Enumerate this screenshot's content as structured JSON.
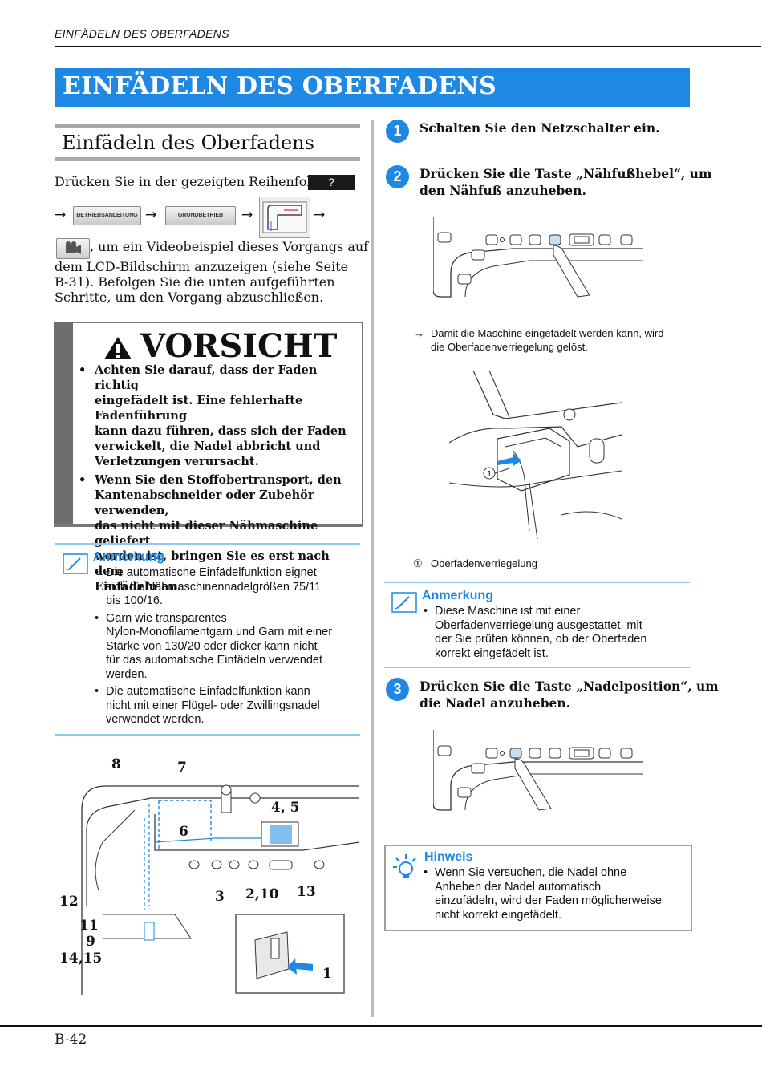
{
  "header": {
    "title": "EINFÄDELN DES OBERFADENS"
  },
  "banner": {
    "title": "EINFÄDELN DES OBERFADENS"
  },
  "section": {
    "title": "Einfädeln des Oberfadens"
  },
  "intro": {
    "line1": "Drücken Sie in der gezeigten Reihenfolge",
    "q_button": "?",
    "arrow": "→",
    "btn1": "BETRIEBSANLEITUNG",
    "btn2": "GRUNDBETRIEB",
    "line2": ", um ein Videobeispiel dieses Vorgangs auf",
    "line3": "dem LCD-Bildschirm anzuzeigen (siehe Seite",
    "line4": "B-31). Befolgen Sie die unten aufgeführten",
    "line5": "Schritte, um den Vorgang abzuschließen."
  },
  "caution": {
    "title": "VORSICHT",
    "items": [
      [
        "Achten Sie darauf, dass der Faden richtig",
        "eingefädelt ist. Eine fehlerhafte Fadenführung",
        "kann dazu führen, dass sich der Faden",
        "verwickelt, die Nadel abbricht und",
        "Verletzungen verursacht."
      ],
      [
        "Wenn Sie den Stoffobertransport, den",
        "Kantenabschneider oder Zubehör verwenden,",
        "das nicht mit dieser Nähmaschine geliefert",
        "worden ist, bringen Sie es erst nach dem",
        "Einfädeln an."
      ]
    ]
  },
  "note1": {
    "title": "Anmerkung",
    "items": [
      [
        "Die automatische Einfädelfunktion eignet",
        "sich für Nähmaschinennadelgrößen 75/11",
        "bis 100/16."
      ],
      [
        "Garn wie transparentes",
        "Nylon-Monofilamentgarn und Garn mit einer",
        "Stärke von 130/20 oder dicker kann nicht",
        "für das automatische Einfädeln verwendet",
        "werden."
      ],
      [
        "Die automatische Einfädelfunktion kann",
        "nicht mit einer Flügel- oder Zwillingsnadel",
        "verwendet werden."
      ]
    ]
  },
  "diagram_labels": {
    "l8": "8",
    "l7": "7",
    "l45": "4, 5",
    "l6": "6",
    "l3": "3",
    "l210": "2,10",
    "l13": "13",
    "l12": "12",
    "l11": "11",
    "l9": "9",
    "l1415": "14,15",
    "l1": "1"
  },
  "steps": {
    "s1_num": "1",
    "s1_text": "Schalten Sie den Netzschalter ein.",
    "s2_num": "2",
    "s2_line1": "Drücken Sie die Taste „Nähfußhebel“, um",
    "s2_line2": "den Nähfuß anzuheben.",
    "result_arrow": "→",
    "result_line1": "Damit die Maschine eingefädelt werden kann, wird",
    "result_line2": "die Oberfadenverriegelung gelöst.",
    "callout_marker": "①",
    "callout_text": "Oberfadenverriegelung",
    "s3_num": "3",
    "s3_line1": "Drücken Sie die Taste „Nadelposition“, um",
    "s3_line2": "die Nadel anzuheben."
  },
  "note2": {
    "title": "Anmerkung",
    "items": [
      [
        "Diese Maschine ist mit einer",
        "Oberfadenverriegelung ausgestattet, mit",
        "der Sie prüfen können, ob der Oberfaden",
        "korrekt eingefädelt ist."
      ]
    ]
  },
  "hint": {
    "title": "Hinweis",
    "items": [
      [
        "Wenn Sie versuchen, die Nadel ohne",
        "Anheben der Nadel automatisch",
        "einzufädeln, wird der Faden möglicherweise",
        "nicht korrekt eingefädelt."
      ]
    ]
  },
  "footer": {
    "page": "B-42"
  },
  "colors": {
    "accent": "#1e88e5",
    "note_rule": "#8fc7ee",
    "caution_bar": "#6e6e6e"
  },
  "icons": [
    "warning-triangle-icon",
    "note-pencil-icon",
    "hint-bulb-icon",
    "video-camera-icon"
  ]
}
